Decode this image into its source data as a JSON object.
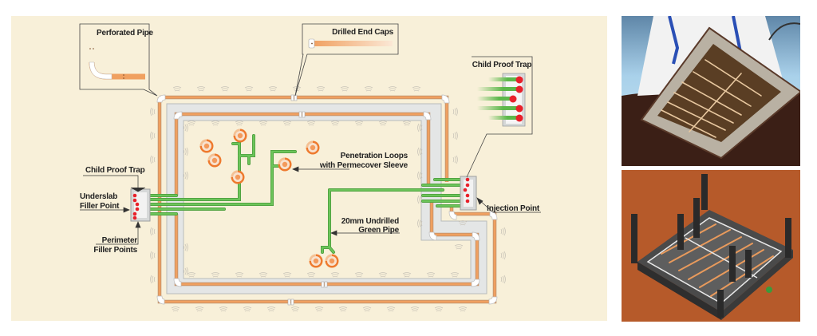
{
  "diagram": {
    "title": "Underslab permeation / injection pipe layout",
    "labels": {
      "perforated_pipe": "Perforated Pipe",
      "drilled_end_caps": "Drilled End Caps",
      "child_proof_trap_right": "Child Proof Trap",
      "child_proof_trap_left": "Child Proof Trap",
      "underslab_filler_point_line1": "Underslab",
      "underslab_filler_point_line2": "Filler Point",
      "perimeter_filler_points_line1": "Perimeter",
      "perimeter_filler_points_line2": "Filler Points",
      "penetration_loops_line1": "Penetration Loops",
      "penetration_loops_line2": "with Permecover Sleeve",
      "green_pipe_line1": "20mm Undrilled",
      "green_pipe_line2": "Green Pipe",
      "injection_point": "Injection Point"
    },
    "colors": {
      "background": "#f8f0d9",
      "perforated_pipe": "#f0a060",
      "green_pipe": "#5cb84a",
      "slab_band": "#e4e6e6",
      "trap_dot": "#e8202a",
      "penetration_loop": "#ee7a2e"
    }
  },
  "photos": [
    {
      "name": "photo-building-underslab",
      "caption": ""
    },
    {
      "name": "photo-foundation-grid",
      "caption": ""
    }
  ]
}
